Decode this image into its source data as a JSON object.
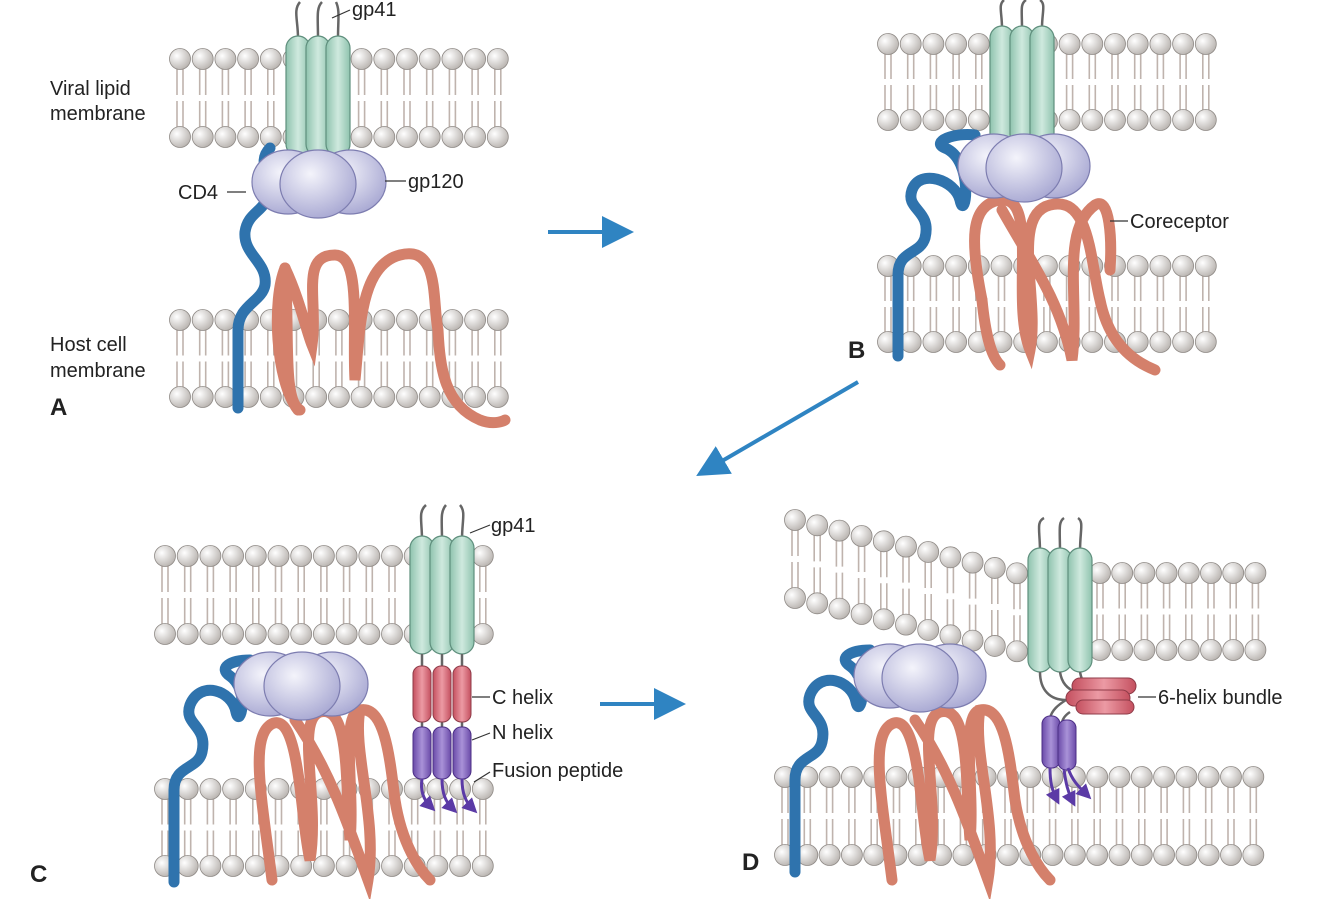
{
  "labels": {
    "viral_membrane": [
      "Viral lipid",
      "membrane"
    ],
    "host_membrane": [
      "Host cell",
      "membrane"
    ],
    "cd4": "CD4",
    "gp120": "gp120",
    "gp41_a": "gp41",
    "gp41_c": "gp41",
    "coreceptor": "Coreceptor",
    "c_helix": "C helix",
    "n_helix": "N helix",
    "fusion_peptide": "Fusion peptide",
    "six_helix_bundle": "6-helix bundle"
  },
  "panels": [
    "A",
    "B",
    "C",
    "D"
  ],
  "colors": {
    "lipid_head": "#d6d3d0",
    "lipid_tail": "#bfb3ad",
    "cd4": "#2f73ad",
    "coreceptor": "#d4806b",
    "gp120": "#c8c8e6",
    "gp41": "#a9d4c3",
    "c_helix": "#d9707e",
    "n_helix": "#8a6bc2",
    "arrow": "#2f84c2",
    "fusion_arrow": "#5b3aa6"
  }
}
